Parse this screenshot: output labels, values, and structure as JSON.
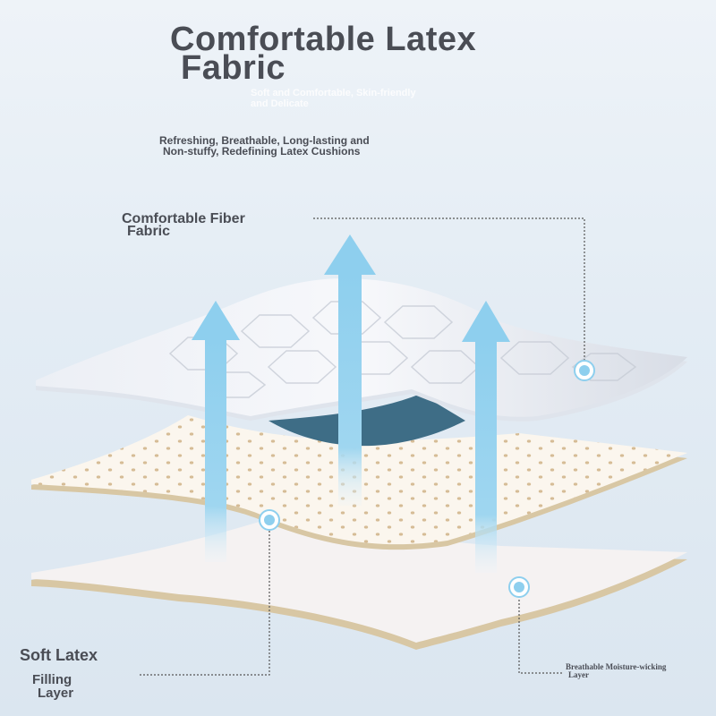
{
  "title": {
    "line1": "Comfortable Latex",
    "line2": "Fabric"
  },
  "subtitle": {
    "line1": "Soft and Comfortable, Skin-friendly",
    "line2": "and Delicate"
  },
  "tagline": {
    "line1": "Refreshing, Breathable, Long-lasting and",
    "line2": "Non-stuffy, Redefining Latex Cushions"
  },
  "callouts": {
    "fiber": {
      "line1": "Comfortable Fiber",
      "line2": "Fabric"
    },
    "latex": {
      "line1": "Soft Latex"
    },
    "filling": {
      "line1": "Filling",
      "line2": "Layer"
    },
    "moisture": {
      "line1": "Breathable Moisture-wicking",
      "line2": "Layer"
    }
  },
  "colors": {
    "arrow": "#8ecfee",
    "latex_edge": "#d8c7a4",
    "fabric": "#f2f4f8",
    "text": "#4a4d55"
  }
}
